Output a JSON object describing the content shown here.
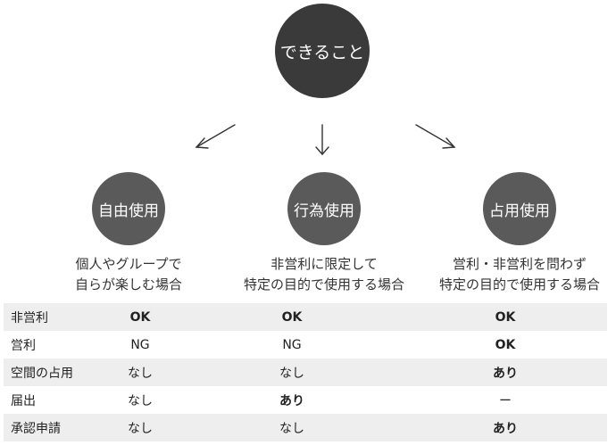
{
  "colors": {
    "circle_dark": "#3a3a3a",
    "circle_gray": "#5a5a5a",
    "row_shade": "#eeeeee",
    "arrow": "#333333"
  },
  "top": {
    "label": "できること"
  },
  "categories": [
    {
      "label": "自由使用",
      "desc": [
        "個人やグループで",
        "自らが楽しむ場合"
      ]
    },
    {
      "label": "行為使用",
      "desc": [
        "非営利に限定して",
        "特定の目的で使用する場合"
      ]
    },
    {
      "label": "占用使用",
      "desc": [
        "営利・非営利を問わず",
        "特定の目的で使用する場合"
      ]
    }
  ],
  "table": {
    "rows": [
      {
        "label": "非営利",
        "cells": [
          {
            "text": "OK",
            "bold": true
          },
          {
            "text": "OK",
            "bold": true
          },
          {
            "text": "OK",
            "bold": true
          }
        ]
      },
      {
        "label": "営利",
        "cells": [
          {
            "text": "NG",
            "bold": false
          },
          {
            "text": "NG",
            "bold": false
          },
          {
            "text": "OK",
            "bold": true
          }
        ]
      },
      {
        "label": "空間の占用",
        "cells": [
          {
            "text": "なし",
            "bold": false
          },
          {
            "text": "なし",
            "bold": false
          },
          {
            "text": "あり",
            "bold": true
          }
        ]
      },
      {
        "label": "届出",
        "cells": [
          {
            "text": "なし",
            "bold": false
          },
          {
            "text": "あり",
            "bold": true
          },
          {
            "text": "ー",
            "bold": false
          }
        ]
      },
      {
        "label": "承認申請",
        "cells": [
          {
            "text": "なし",
            "bold": false
          },
          {
            "text": "なし",
            "bold": false
          },
          {
            "text": "あり",
            "bold": true
          }
        ]
      }
    ]
  }
}
